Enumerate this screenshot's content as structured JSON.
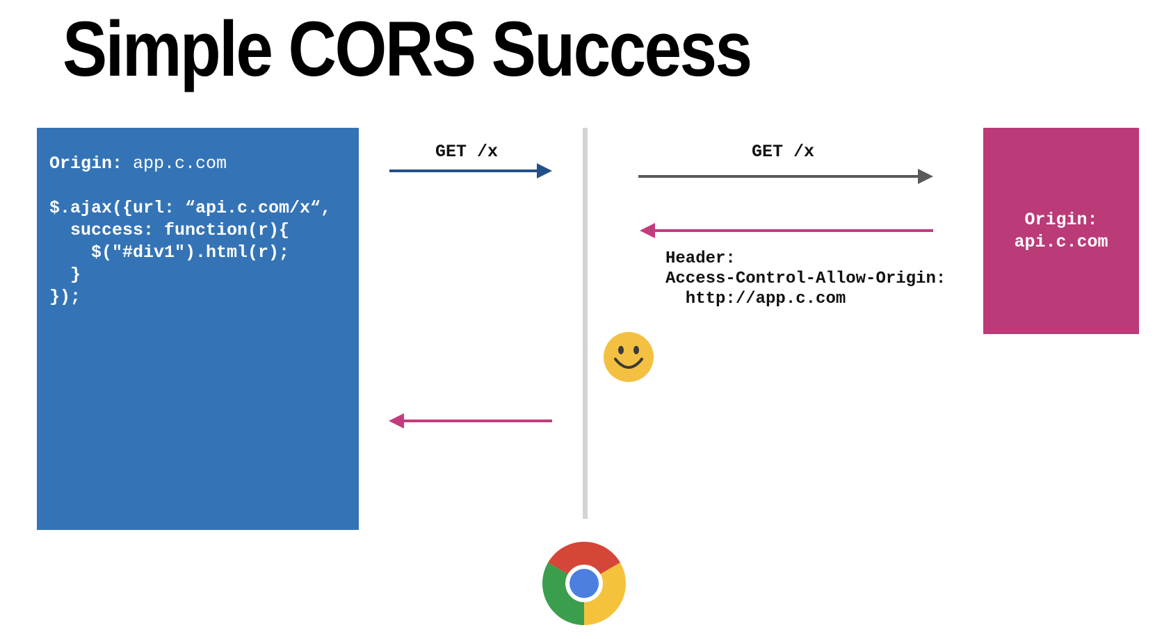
{
  "title": "Simple CORS Success",
  "client": {
    "origin_label": "Origin:",
    "origin_value": " app.c.com",
    "code_lines": [
      "$.ajax({url: “api.c.com/x“,",
      "  success: function(r){",
      "    $(\"#div1\").html(r);",
      "  }",
      "});"
    ]
  },
  "server": {
    "origin_label": "Origin:",
    "origin_value": "api.c.com"
  },
  "arrows": {
    "request_to_browser": "GET /x",
    "request_to_server": "GET /x"
  },
  "response_header": {
    "line1": "Header:",
    "line2": "Access-Control-Allow-Origin:",
    "line3": "  http://app.c.com"
  },
  "icons": {
    "smiley": "smiley-face-icon",
    "browser": "chrome-icon"
  },
  "colors": {
    "client": "#3474b6",
    "server": "#bb3a78",
    "request_arrow_client": "#24508a",
    "request_arrow_server": "#5a5a5a",
    "response_arrow": "#c23c7d",
    "divider": "#d4d4d4",
    "smiley": "#f3c041"
  }
}
